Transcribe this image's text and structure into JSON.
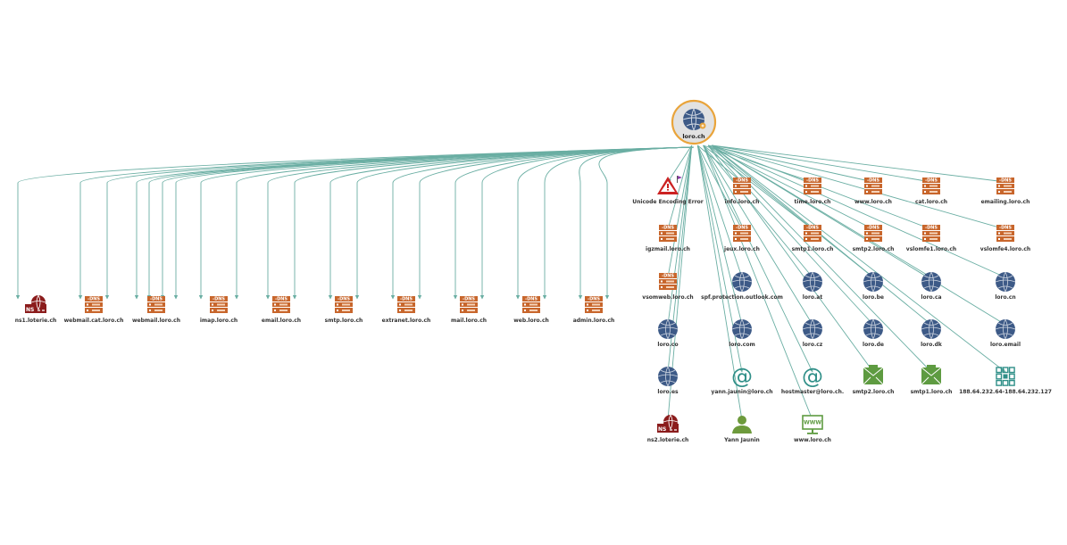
{
  "colors": {
    "edge": "#6aaea3",
    "dns": "#c8662c",
    "domain": "#3d5a87",
    "ns": "#8b1c1c",
    "email": "#2f8f88",
    "mx": "#5e9b41",
    "person": "#6d9a3c",
    "netblock": "#2f8f88",
    "warning": "#cc2222"
  },
  "root": {
    "label": "loro.ch",
    "icon": "domain-icon"
  },
  "nodes": [
    {
      "id": "ns1",
      "label": "ns1.loterie.ch",
      "type": "ns",
      "icon": "nameserver-icon"
    },
    {
      "id": "wcat",
      "label": "webmail.cat.loro.ch",
      "type": "dns",
      "icon": "dns-icon"
    },
    {
      "id": "wml",
      "label": "webmail.loro.ch",
      "type": "dns",
      "icon": "dns-icon"
    },
    {
      "id": "imap",
      "label": "imap.loro.ch",
      "type": "dns",
      "icon": "dns-icon"
    },
    {
      "id": "eml",
      "label": "email.loro.ch",
      "type": "dns",
      "icon": "dns-icon"
    },
    {
      "id": "smtp",
      "label": "smtp.loro.ch",
      "type": "dns",
      "icon": "dns-icon"
    },
    {
      "id": "extr",
      "label": "extranet.loro.ch",
      "type": "dns",
      "icon": "dns-icon"
    },
    {
      "id": "mail",
      "label": "mail.loro.ch",
      "type": "dns",
      "icon": "dns-icon"
    },
    {
      "id": "web",
      "label": "web.loro.ch",
      "type": "dns",
      "icon": "dns-icon"
    },
    {
      "id": "adm",
      "label": "admin.loro.ch",
      "type": "dns",
      "icon": "dns-icon"
    },
    {
      "id": "err",
      "label": "Unicode Encoding Error",
      "type": "warning",
      "icon": "warning-icon"
    },
    {
      "id": "info",
      "label": "info.loro.ch",
      "type": "dns",
      "icon": "dns-icon"
    },
    {
      "id": "time",
      "label": "time.loro.ch",
      "type": "dns",
      "icon": "dns-icon"
    },
    {
      "id": "www1",
      "label": "www.loro.ch",
      "type": "dns",
      "icon": "dns-icon"
    },
    {
      "id": "cat",
      "label": "cat.loro.ch",
      "type": "dns",
      "icon": "dns-icon"
    },
    {
      "id": "emlg",
      "label": "emailing.loro.ch",
      "type": "dns",
      "icon": "dns-icon"
    },
    {
      "id": "igz",
      "label": "igzmail.loro.ch",
      "type": "dns",
      "icon": "dns-icon"
    },
    {
      "id": "jeux",
      "label": "jeux.loro.ch",
      "type": "dns",
      "icon": "dns-icon"
    },
    {
      "id": "smt1",
      "label": "smtp1.loro.ch",
      "type": "dns",
      "icon": "dns-icon"
    },
    {
      "id": "smt2",
      "label": "smtp2.loro.ch",
      "type": "dns",
      "icon": "dns-icon"
    },
    {
      "id": "vsf1",
      "label": "vslomfe1.loro.ch",
      "type": "dns",
      "icon": "dns-icon"
    },
    {
      "id": "vsf4",
      "label": "vslomfe4.loro.ch",
      "type": "dns",
      "icon": "dns-icon"
    },
    {
      "id": "vsw",
      "label": "vsomweb.loro.ch",
      "type": "dns",
      "icon": "dns-icon"
    },
    {
      "id": "spf",
      "label": "spf.protection.outlook.com",
      "type": "domain",
      "icon": "domain-icon"
    },
    {
      "id": "at",
      "label": "loro.at",
      "type": "domain",
      "icon": "domain-icon"
    },
    {
      "id": "be",
      "label": "loro.be",
      "type": "domain",
      "icon": "domain-icon"
    },
    {
      "id": "ca",
      "label": "loro.ca",
      "type": "domain",
      "icon": "domain-icon"
    },
    {
      "id": "cn",
      "label": "loro.cn",
      "type": "domain",
      "icon": "domain-icon"
    },
    {
      "id": "co",
      "label": "loro.co",
      "type": "domain",
      "icon": "domain-icon"
    },
    {
      "id": "com",
      "label": "loro.com",
      "type": "domain",
      "icon": "domain-icon"
    },
    {
      "id": "cz",
      "label": "loro.cz",
      "type": "domain",
      "icon": "domain-icon"
    },
    {
      "id": "de",
      "label": "loro.de",
      "type": "domain",
      "icon": "domain-icon"
    },
    {
      "id": "dk",
      "label": "loro.dk",
      "type": "domain",
      "icon": "domain-icon"
    },
    {
      "id": "emd",
      "label": "loro.email",
      "type": "domain",
      "icon": "domain-icon"
    },
    {
      "id": "es",
      "label": "loro.es",
      "type": "domain",
      "icon": "domain-icon"
    },
    {
      "id": "yj",
      "label": "yann.jaunin@loro.ch",
      "type": "email",
      "icon": "email-at-icon"
    },
    {
      "id": "hm",
      "label": "hostmaster@loro.ch.",
      "type": "email",
      "icon": "email-at-icon"
    },
    {
      "id": "mx2",
      "label": "smtp2.loro.ch",
      "type": "mx",
      "icon": "mail-server-icon"
    },
    {
      "id": "mx1",
      "label": "smtp1.loro.ch",
      "type": "mx",
      "icon": "mail-server-icon"
    },
    {
      "id": "nb",
      "label": "188.64.232.64-188.64.232.127",
      "type": "netblock",
      "icon": "netblock-icon"
    },
    {
      "id": "ns2",
      "label": "ns2.loterie.ch",
      "type": "ns",
      "icon": "nameserver-icon"
    },
    {
      "id": "yann",
      "label": "Yann Jaunin",
      "type": "person",
      "icon": "person-icon"
    },
    {
      "id": "www2",
      "label": "www.loro.ch",
      "type": "website",
      "icon": "website-icon"
    }
  ]
}
